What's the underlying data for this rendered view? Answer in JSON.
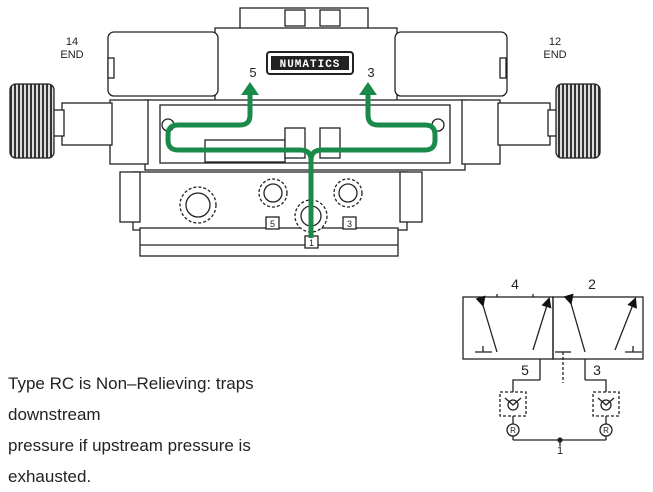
{
  "valve": {
    "left_end": {
      "number": "14",
      "label": "END"
    },
    "right_end": {
      "number": "12",
      "label": "END"
    },
    "brand": "NUMATICS",
    "ports": {
      "exhaust_a": "5",
      "exhaust_b": "3",
      "supply": "1"
    },
    "flow_color": "#1a8a4a"
  },
  "schematic": {
    "ports": {
      "top_left": "4",
      "top_right": "2",
      "bottom_left": "5",
      "bottom_right": "3",
      "bottom_center": "1"
    },
    "check_symbol": "R"
  },
  "caption": {
    "line1": "Type RC is Non–Relieving: traps downstream",
    "line2": "pressure if upstream pressure is exhausted."
  }
}
